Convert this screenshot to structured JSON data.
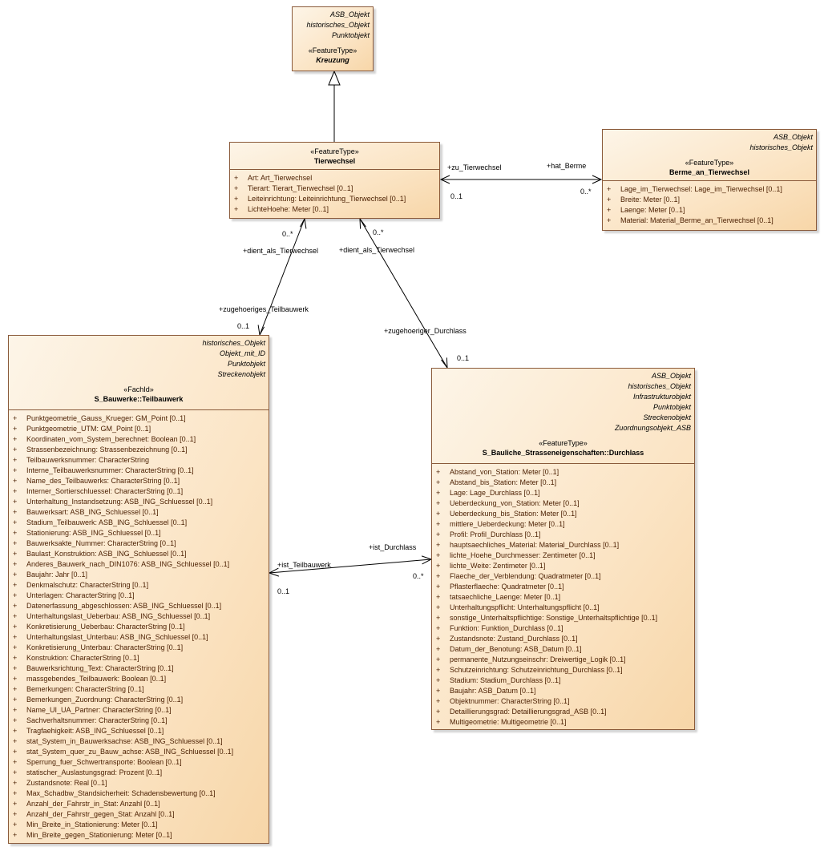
{
  "classes": {
    "kreuzung": {
      "stereotypes": [
        "ASB_Objekt",
        "historisches_Objekt",
        "Punktobjekt"
      ],
      "kind": "«FeatureType»",
      "name": "Kreuzung"
    },
    "tierwechsel": {
      "kind": "«FeatureType»",
      "name": "Tierwechsel",
      "attributes": [
        "Art: Art_Tierwechsel",
        "Tierart: Tierart_Tierwechsel [0..1]",
        "Leiteinrichtung: Leiteinrichtung_Tierwechsel [0..1]",
        "LichteHoehe: Meter [0..1]"
      ]
    },
    "berme": {
      "stereotypes": [
        "ASB_Objekt",
        "historisches_Objekt"
      ],
      "kind": "«FeatureType»",
      "name": "Berme_an_Tierwechsel",
      "attributes": [
        "Lage_im_Tierwechsel: Lage_im_Tierwechsel [0..1]",
        "Breite: Meter [0..1]",
        "Laenge: Meter [0..1]",
        "Material: Material_Berme_an_Tierwechsel [0..1]"
      ]
    },
    "teilbauwerk": {
      "stereotypes": [
        "historisches_Objekt",
        "Objekt_mit_ID",
        "Punktobjekt",
        "Streckenobjekt"
      ],
      "kind": "«FachId»",
      "name": "S_Bauwerke::Teilbauwerk",
      "attributes": [
        "Punktgeometrie_Gauss_Krueger: GM_Point [0..1]",
        "Punktgeometrie_UTM: GM_Point [0..1]",
        "Koordinaten_vom_System_berechnet: Boolean [0..1]",
        "Strassenbezeichnung: Strassenbezeichnung [0..1]",
        "Teilbauwerksnummer: CharacterString",
        "Interne_Teilbauwerksnummer: CharacterString [0..1]",
        "Name_des_Teilbauwerks: CharacterString [0..1]",
        "Interner_Sortierschluessel: CharacterString [0..1]",
        "Unterhaltung_Instandsetzung: ASB_ING_Schluessel [0..1]",
        "Bauwerksart: ASB_ING_Schluessel [0..1]",
        "Stadium_Teilbauwerk: ASB_ING_Schluessel [0..1]",
        "Stationierung: ASB_ING_Schluessel [0..1]",
        "Bauwerksakte_Nummer: CharacterString [0..1]",
        "Baulast_Konstruktion: ASB_ING_Schluessel [0..1]",
        "Anderes_Bauwerk_nach_DIN1076: ASB_ING_Schluessel [0..1]",
        "Baujahr: Jahr [0..1]",
        "Denkmalschutz: CharacterString [0..1]",
        "Unterlagen: CharacterString [0..1]",
        "Datenerfassung_abgeschlossen: ASB_ING_Schluessel [0..1]",
        "Unterhaltungslast_Ueberbau: ASB_ING_Schluessel [0..1]",
        "Konkretisierung_Ueberbau: CharacterString [0..1]",
        "Unterhaltungslast_Unterbau: ASB_ING_Schluessel [0..1]",
        "Konkretisierung_Unterbau: CharacterString [0..1]",
        "Konstruktion: CharacterString [0..1]",
        "Bauwerksrichtung_Text: CharacterString [0..1]",
        "massgebendes_Teilbauwerk: Boolean [0..1]",
        "Bemerkungen: CharacterString [0..1]",
        "Bemerkungen_Zuordnung: CharacterString [0..1]",
        "Name_UI_UA_Partner: CharacterString [0..1]",
        "Sachverhaltsnummer: CharacterString [0..1]",
        "Tragfaehigkeit: ASB_ING_Schluessel [0..1]",
        "stat_System_in_Bauwerksachse: ASB_ING_Schluessel [0..1]",
        "stat_System_quer_zu_Bauw_achse: ASB_ING_Schluessel [0..1]",
        "Sperrung_fuer_Schwertransporte: Boolean [0..1]",
        "statischer_Auslastungsgrad: Prozent [0..1]",
        "Zustandsnote: Real [0..1]",
        "Max_Schadbw_Standsicherheit: Schadensbewertung [0..1]",
        "Anzahl_der_Fahrstr_in_Stat: Anzahl [0..1]",
        "Anzahl_der_Fahrstr_gegen_Stat: Anzahl [0..1]",
        "Min_Breite_in_Stationierung: Meter [0..1]",
        "Min_Breite_gegen_Stationierung: Meter [0..1]"
      ]
    },
    "durchlass": {
      "stereotypes": [
        "ASB_Objekt",
        "historisches_Objekt",
        "Infrastrukturobjekt",
        "Punktobjekt",
        "Streckenobjekt",
        "Zuordnungsobjekt_ASB"
      ],
      "kind": "«FeatureType»",
      "name": "S_Bauliche_Strasseneigenschaften::Durchlass",
      "attributes": [
        "Abstand_von_Station: Meter [0..1]",
        "Abstand_bis_Station: Meter [0..1]",
        "Lage: Lage_Durchlass [0..1]",
        "Ueberdeckung_von_Station: Meter [0..1]",
        "Ueberdeckung_bis_Station: Meter [0..1]",
        "mittlere_Ueberdeckung: Meter [0..1]",
        "Profil: Profil_Durchlass [0..1]",
        "hauptsaechliches_Material: Material_Durchlass [0..1]",
        "lichte_Hoehe_Durchmesser: Zentimeter [0..1]",
        "lichte_Weite: Zentimeter [0..1]",
        "Flaeche_der_Verblendung: Quadratmeter [0..1]",
        "Pflasterflaeche: Quadratmeter [0..1]",
        "tatsaechliche_Laenge: Meter [0..1]",
        "Unterhaltungspflicht: Unterhaltungspflicht [0..1]",
        "sonstige_Unterhaltspflichtige: Sonstige_Unterhaltspflichtige [0..1]",
        "Funktion: Funktion_Durchlass [0..1]",
        "Zustandsnote: Zustand_Durchlass [0..1]",
        "Datum_der_Benotung: ASB_Datum [0..1]",
        "permanente_Nutzungseinschr: Dreiwertige_Logik [0..1]",
        "Schutzeinrichtung: Schutzeinrichtung_Durchlass [0..1]",
        "Stadium: Stadium_Durchlass [0..1]",
        "Baujahr: ASB_Datum [0..1]",
        "Objektnummer: CharacterString [0..1]",
        "Detaillierungsgrad: Detaillierungsgrad_ASB [0..1]",
        "Multigeometrie: Multigeometrie [0..1]"
      ]
    }
  },
  "visibility_symbol": "+",
  "associations": {
    "berme": {
      "role_left": "+zu_Tierwechsel",
      "mult_left": "0..1",
      "role_right": "+hat_Berme",
      "mult_right": "0..*"
    },
    "teilbauwerk": {
      "role_top": "+dient_als_Tierwechsel",
      "mult_top": "0..*",
      "role_bottom": "+zugehoeriges_Teilbauwerk",
      "mult_bottom": "0..1"
    },
    "durchlass": {
      "role_top": "+dient_als_Tierwechsel",
      "mult_top": "0..*",
      "role_bottom": "+zugehoeriger_Durchlass",
      "mult_bottom": "0..1"
    },
    "teilbauwerk_durchlass": {
      "role_left": "+ist_Teilbauwerk",
      "mult_left": "0..1",
      "role_right": "+ist_Durchlass",
      "mult_right": "0..*"
    }
  }
}
